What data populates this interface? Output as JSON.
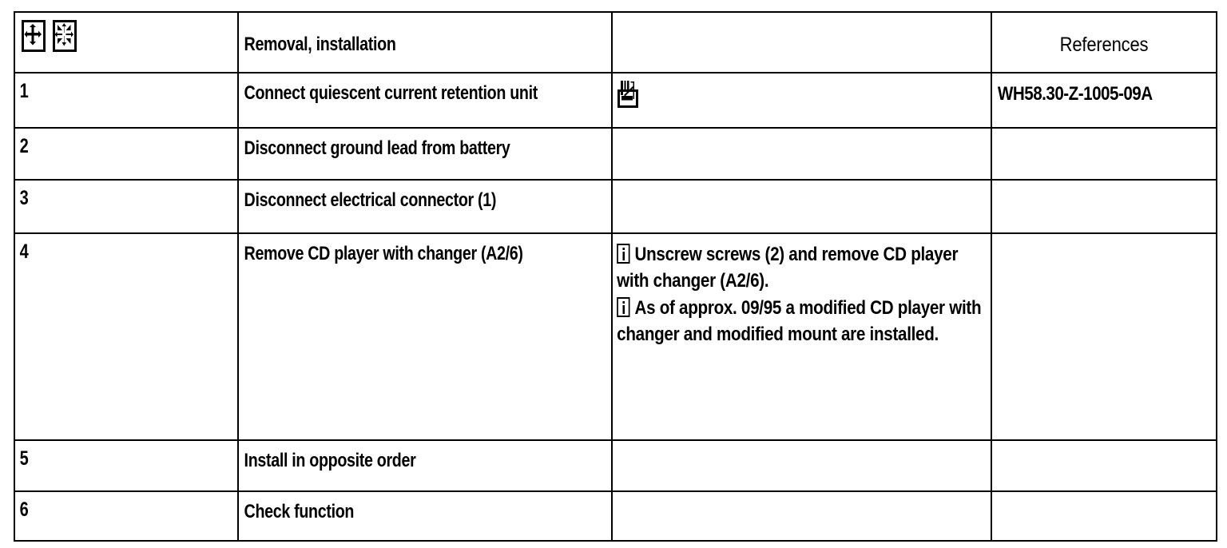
{
  "document": {
    "type": "service-manual-procedure-table",
    "header": {
      "icons": [
        {
          "name": "removal-pictogram",
          "meaning": "Removal"
        },
        {
          "name": "installation-pictogram",
          "meaning": "Installation"
        }
      ],
      "columns": {
        "step": "",
        "description": "Removal, installation",
        "notes": "",
        "references": "References"
      }
    },
    "rows": [
      {
        "step": "1",
        "description": "Connect quiescent current retention unit",
        "note_icon": "manual-document-icon",
        "notes": [],
        "reference": "WH58.30-Z-1005-09A"
      },
      {
        "step": "2",
        "description": "Disconnect ground lead from battery",
        "note_icon": "",
        "notes": [],
        "reference": ""
      },
      {
        "step": "3",
        "description": "Disconnect electrical connector (1)",
        "note_icon": "",
        "notes": [],
        "reference": ""
      },
      {
        "step": "4",
        "description": "Remove CD player with changer (A2/6)",
        "note_icon": "",
        "notes": [
          "Unscrew screws (2) and remove CD player with changer (A2/6).",
          "As of approx. 09/95 a modified CD player with changer and modified mount are installed."
        ],
        "reference": ""
      },
      {
        "step": "5",
        "description": "Install in opposite order",
        "note_icon": "",
        "notes": [],
        "reference": ""
      },
      {
        "step": "6",
        "description": "Check function",
        "note_icon": "",
        "notes": [],
        "reference": ""
      }
    ]
  },
  "colors": {
    "ink": "#000000",
    "paper": "#ffffff"
  }
}
